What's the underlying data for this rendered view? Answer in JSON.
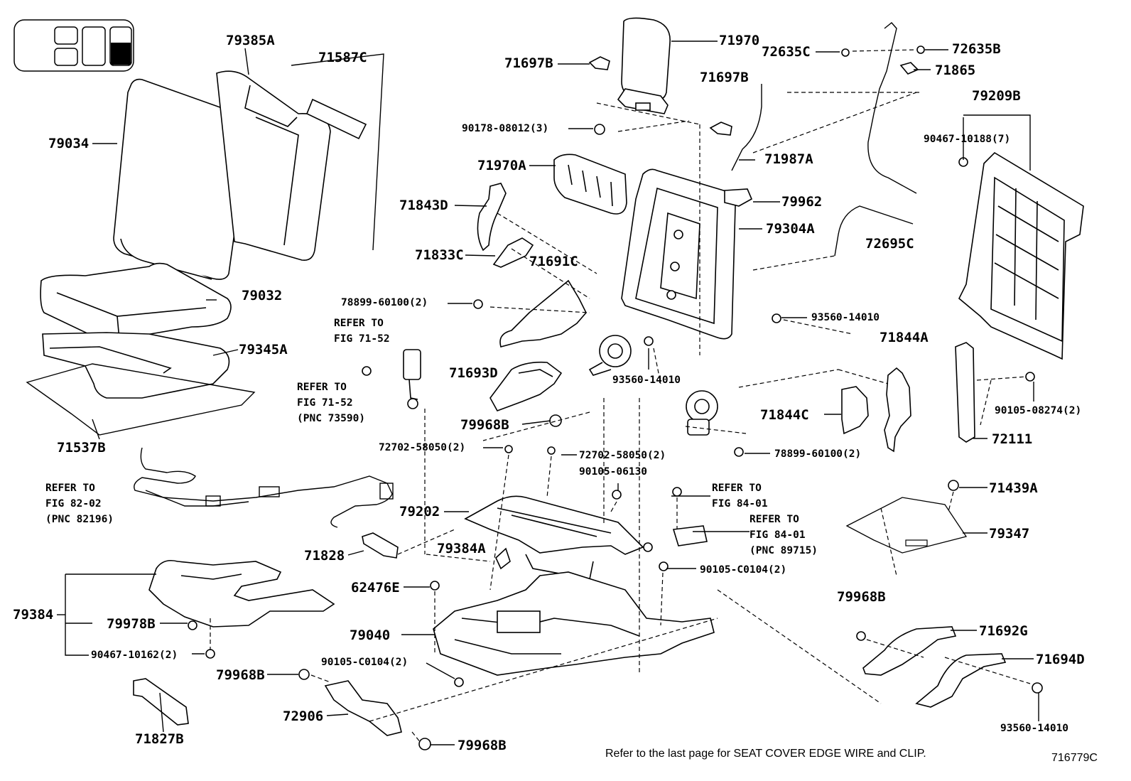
{
  "labels": {
    "p79385A": "79385A",
    "p71587C": "71587C",
    "p79034": "79034",
    "p79032": "79032",
    "p79345A": "79345A",
    "p71537B": "71537B",
    "p71970": "71970",
    "p71697B_1": "71697B",
    "p71697B_2": "71697B",
    "p90178": "90178-08012(3)",
    "p71970A": "71970A",
    "p71987A": "71987A",
    "p71843D": "71843D",
    "p71833C": "71833C",
    "p71691C": "71691C",
    "p78899_1": "78899-60100(2)",
    "p79962": "79962",
    "p79304A": "79304A",
    "p72635C": "72635C",
    "p72635B": "72635B",
    "p71865": "71865",
    "p79209B": "79209B",
    "p90467_10188": "90467-10188(7)",
    "p72695C": "72695C",
    "p93560_1": "93560-14010",
    "p93560_2": "93560-14010",
    "p93560_3": "93560-14010",
    "p71844A": "71844A",
    "p71844C": "71844C",
    "p78899_2": "78899-60100(2)",
    "p90105_08274": "90105-08274(2)",
    "p72111": "72111",
    "p71693D": "71693D",
    "p79968B_1": "79968B",
    "p79968B_2": "79968B",
    "p79968B_3": "79968B",
    "p79968B_4": "79968B",
    "p72702_1": "72702-58050(2)",
    "p72702_2": "72702-58050(2)",
    "p90105_06130": "90105-06130",
    "p79202": "79202",
    "p71828": "71828",
    "p79384A": "79384A",
    "p62476E": "62476E",
    "p79040": "79040",
    "p90105_C0104_1": "90105-C0104(2)",
    "p90105_C0104_2": "90105-C0104(2)",
    "p72906": "72906",
    "p71827B": "71827B",
    "p79384": "79384",
    "p79978B": "79978B",
    "p90467_10162": "90467-10162(2)",
    "p71439A": "71439A",
    "p79347": "79347",
    "p71692G": "71692G",
    "p71694D": "71694D"
  },
  "refs": {
    "r1": "REFER TO\nFIG 71-52",
    "r2": "REFER TO\nFIG 71-52\n(PNC 73590)",
    "r3": "REFER TO\nFIG 82-02\n(PNC 82196)",
    "r4": "REFER TO\nFIG 84-01",
    "r5": "REFER TO\nFIG 84-01\n(PNC 89715)"
  },
  "footer": {
    "note": "Refer to the last page for SEAT COVER EDGE WIRE and CLIP.",
    "code": "716779C"
  },
  "seat_icon": {
    "highlight_color": "#000000"
  }
}
